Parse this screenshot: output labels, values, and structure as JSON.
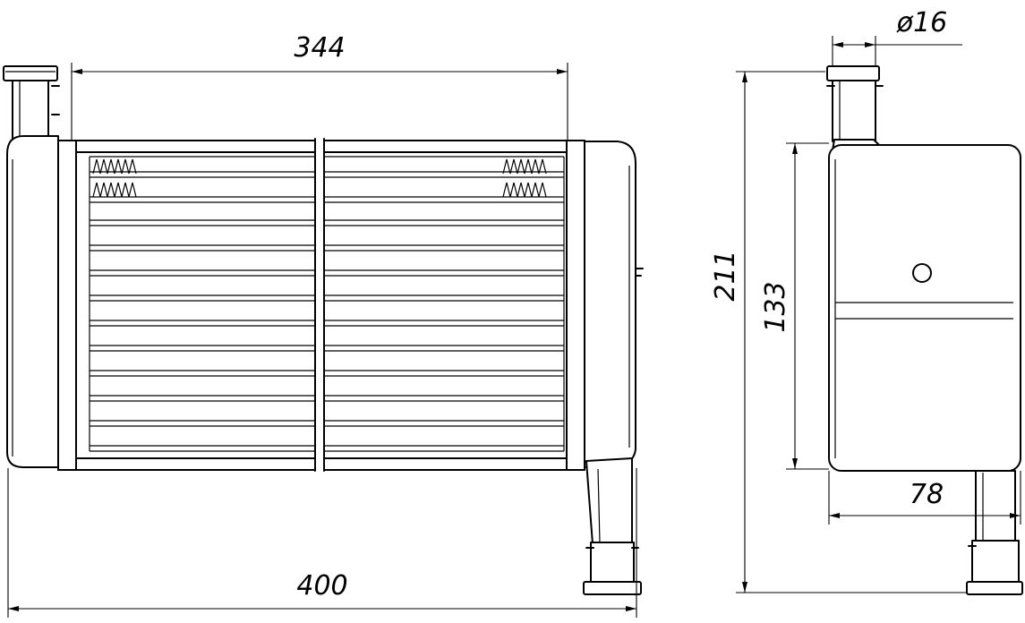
{
  "drawing": {
    "dimensions": {
      "core_width": "344",
      "overall_width": "400",
      "overall_height": "211",
      "body_height": "133",
      "depth": "78",
      "pipe_diameter": "ø16"
    },
    "colors": {
      "line": "#000000",
      "background": "#ffffff",
      "watermark": "#c9c9c9"
    }
  }
}
